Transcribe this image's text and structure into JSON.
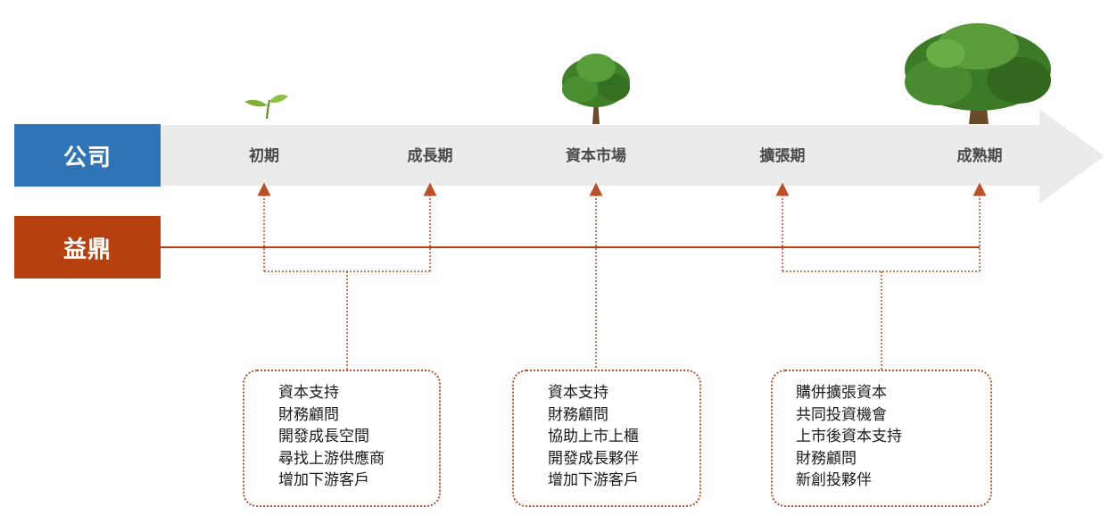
{
  "labels": {
    "company": "公司",
    "partner": "益鼎"
  },
  "stages": [
    "初期",
    "成長期",
    "資本市場",
    "擴張期",
    "成熟期"
  ],
  "boxes": [
    {
      "items": [
        "資本支持",
        "財務顧問",
        "開發成長空間",
        "尋找上游供應商",
        "增加下游客戶"
      ]
    },
    {
      "items": [
        "資本支持",
        "財務顧問",
        "協助上市上櫃",
        "開發成長夥伴",
        "增加下游客戶"
      ]
    },
    {
      "items": [
        "購併擴張資本",
        "共同投資機會",
        "上市後資本支持",
        "財務顧問",
        "新創投夥伴"
      ]
    }
  ],
  "colors": {
    "company": "#2f75b5",
    "partner": "#b7410e",
    "arrow": "#ebebeb",
    "connector": "#b8502a"
  },
  "icons": [
    "sprout-icon",
    "tree-icon",
    "big-tree-icon"
  ]
}
